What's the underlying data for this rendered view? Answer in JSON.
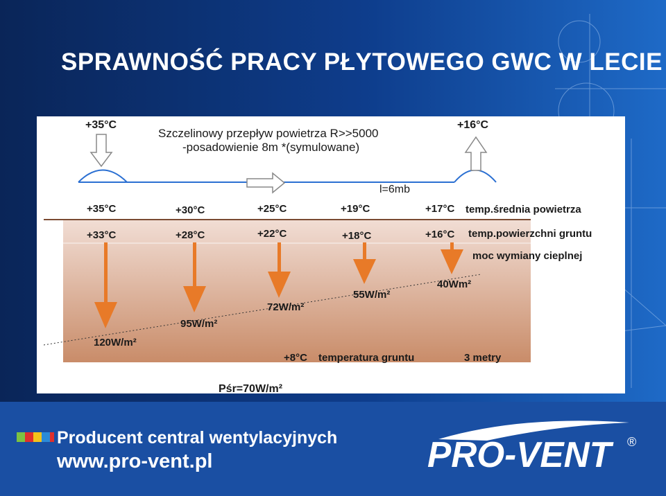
{
  "title": "SPRAWNOŚĆ PRACY PŁYTOWEGO GWC W LECIE",
  "diagram": {
    "inlet_temp": "+35°C",
    "outlet_temp": "+16°C",
    "description_line1": "Szczelinowy przepływ powietrza R>>5000",
    "description_line2": "-posadowienie 8m *(symulowane)",
    "length_label": "l=6mb",
    "air_temps": [
      "+35°C",
      "+30°C",
      "+25°C",
      "+19°C",
      "+17°C"
    ],
    "air_temp_label": "temp.średnia powietrza",
    "surface_temps": [
      "+33°C",
      "+28°C",
      "+22°C",
      "+18°C",
      "+16°C"
    ],
    "surface_temp_label": "temp.powierzchni gruntu",
    "heat_exchange_label": "moc wymiany cieplnej",
    "heat_values": [
      "120W/m²",
      "95W/m²",
      "72W/m²",
      "55W/m²",
      "40Wm²"
    ],
    "ground_temp": "+8°C",
    "ground_temp_label": "temperatura gruntu",
    "depth_label": "3 metry",
    "average_power": "Pśr=70W/m²"
  },
  "footer": {
    "tagline": "Producent central wentylacyjnych",
    "website": "www.pro-vent.pl",
    "logo_text": "PRO-VENT",
    "registered": "®"
  },
  "colors": {
    "arrow": "#e87a28",
    "ground_top": "#f1ddd4",
    "ground_bottom": "#c98c69",
    "panel": "#ffffff",
    "background": "#0d3a86",
    "text_dark": "#1a1a1a"
  }
}
